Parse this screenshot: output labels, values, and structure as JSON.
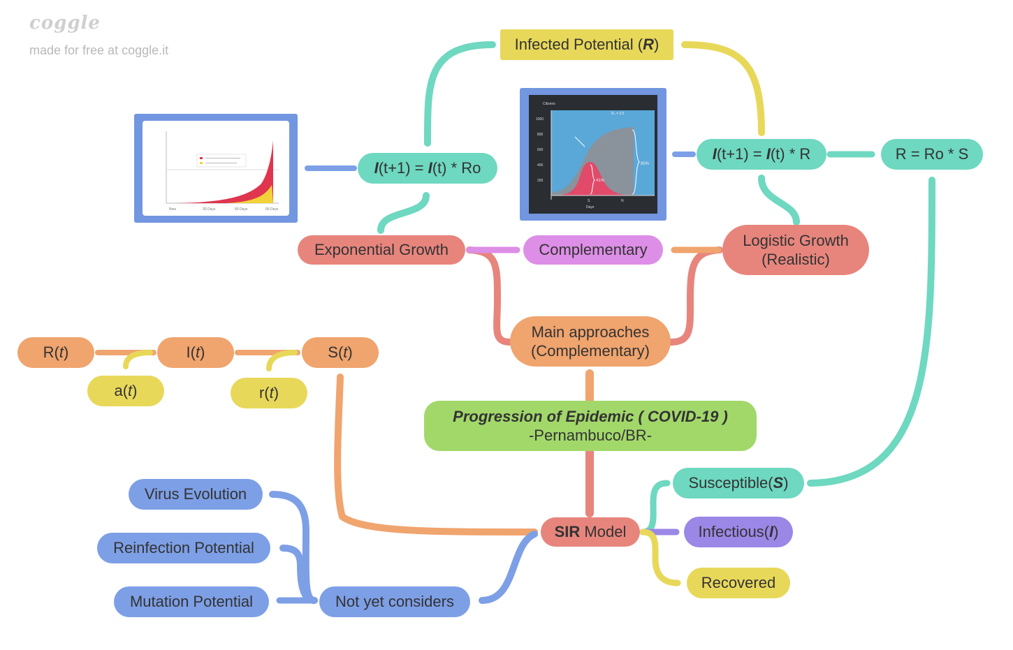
{
  "watermark": {
    "logo": "coggle",
    "tagline": "made for free at coggle.it"
  },
  "colors": {
    "teal": "#6ed8c0",
    "red": "#e7857d",
    "orange": "#f0a46e",
    "yellow": "#e8d85a",
    "purple": "#dd8ee6",
    "violet": "#9b87e6",
    "blue": "#7d9fe6",
    "green": "#a2d86a"
  },
  "nodes": {
    "center": {
      "title": "Progression of Epidemic ( COVID-19 )",
      "subtitle": "-Pernambuco/BR-"
    },
    "main_approaches": {
      "line1": "Main approaches",
      "line2": "(Complementary)"
    },
    "exponential": "Exponential Growth",
    "complementary": "Complementary",
    "logistic": {
      "line1": "Logistic Growth",
      "line2": "(Realistic)"
    },
    "eq_ro": {
      "i1": "I",
      "a": "(t+1) = ",
      "i2": "I",
      "b": "(t) * Ro"
    },
    "eq_r": {
      "i1": "I",
      "a": "(t+1) = ",
      "i2": "I",
      "b": "(t) * R"
    },
    "r_eq": "R = Ro * S",
    "infected_potential": {
      "a": "Infected Potential (",
      "r": "R",
      "b": ")"
    },
    "rt": {
      "a": "R(",
      "t": "t",
      "b": ")"
    },
    "it": {
      "a": "I(",
      "t": "t",
      "b": ")"
    },
    "st": {
      "a": "S(",
      "t": "t",
      "b": ")"
    },
    "at": {
      "a": "a(",
      "t": "t",
      "b": ")"
    },
    "rrt": {
      "a": "r(",
      "t": "t",
      "b": ")"
    },
    "sir": {
      "bold": "SIR",
      "rest": " Model"
    },
    "susceptible": {
      "a": "Susceptible(",
      "s": "S",
      "b": ")"
    },
    "infectious": {
      "a": "Infectious(",
      "i": "I",
      "b": ")"
    },
    "recovered": "Recovered",
    "not_yet": "Not yet considers",
    "virus_evolution": "Virus Evolution",
    "reinfection": "Reinfection Potential",
    "mutation": "Mutation Potential"
  },
  "images": {
    "exp_chart": {
      "description_icon": "exponential-chart-image",
      "labels": [
        "Now",
        "30 Days",
        "60 Days",
        "90 Days"
      ]
    },
    "logistic_chart": {
      "ylabel": "Citizens",
      "ro_label": "R₀ = 2.5",
      "xlabel": "Days",
      "ticks_y": [
        "1000",
        "800",
        "600",
        "400",
        "200"
      ],
      "ticks_x": [
        "S",
        "N"
      ],
      "pct_top": "85%",
      "pct_bottom": "41%"
    }
  }
}
